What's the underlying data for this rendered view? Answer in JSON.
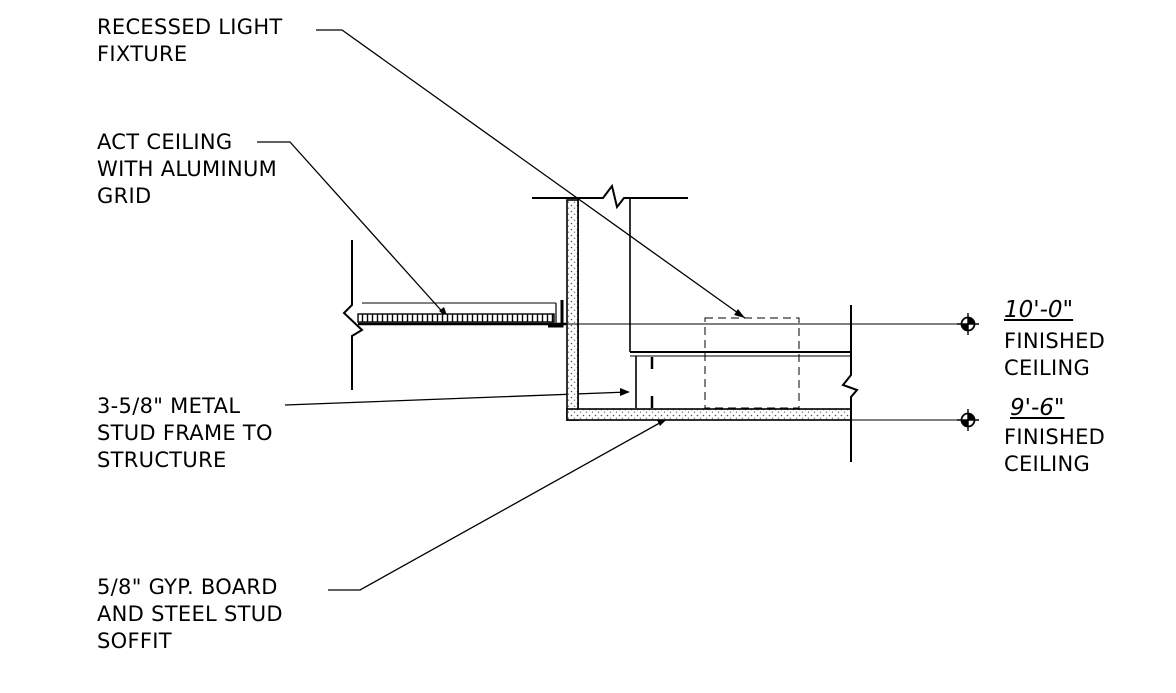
{
  "notes": {
    "light": {
      "line1": "RECESSED LIGHT",
      "line2": "FIXTURE"
    },
    "act": {
      "line1": "ACT CEILING",
      "line2": "WITH ALUMINUM",
      "line3": "GRID"
    },
    "stud": {
      "line1": "3-5/8\" METAL",
      "line2": "STUD FRAME TO",
      "line3": "STRUCTURE"
    },
    "gyp": {
      "line1": "5/8\" GYP. BOARD",
      "line2": "AND STEEL STUD",
      "line3": "SOFFIT"
    }
  },
  "elevations": {
    "upper": {
      "value": "10'-0\"",
      "line1": "FINISHED",
      "line2": "CEILING"
    },
    "lower": {
      "value": "9'-6\"",
      "line1": "FINISHED",
      "line2": "CEILING"
    }
  }
}
